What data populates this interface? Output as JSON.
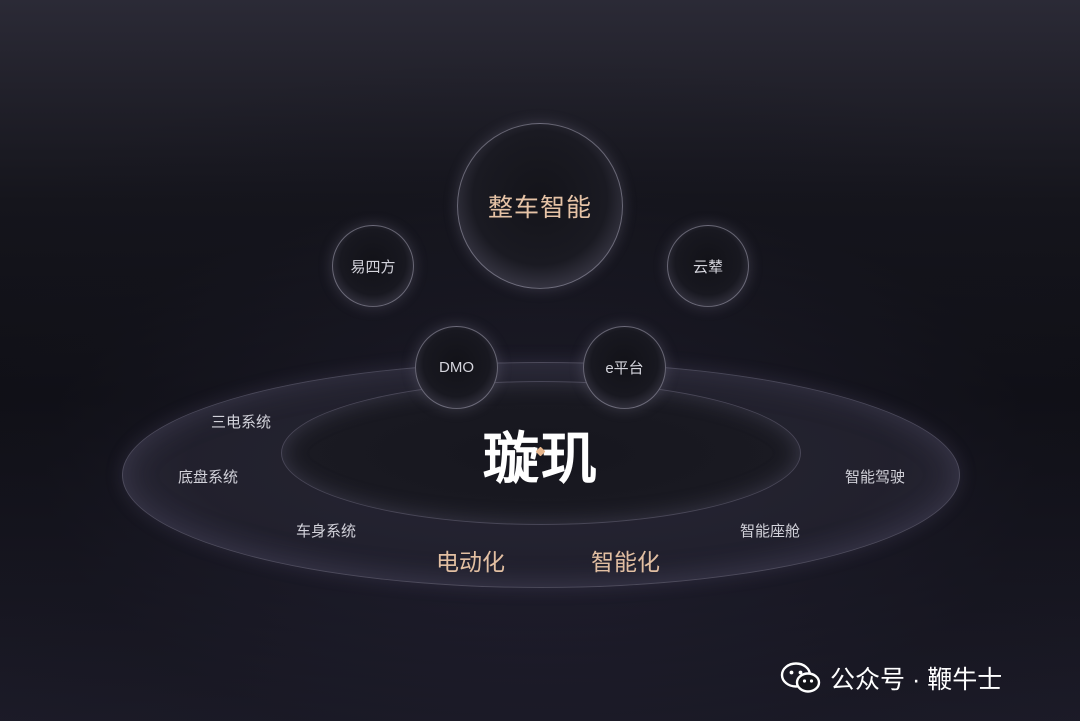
{
  "center": {
    "brand": "璇玑"
  },
  "bubbles": {
    "main": "整车智能",
    "left": "易四方",
    "right": "云辇",
    "bottom_left": "DMO",
    "bottom_right": "e平台"
  },
  "ring_labels": {
    "left_top": "三电系统",
    "left_mid": "底盘系统",
    "left_bottom": "车身系统",
    "right_mid": "智能驾驶",
    "right_bottom": "智能座舱",
    "bottom_left_big": "电动化",
    "bottom_right_big": "智能化"
  },
  "watermark": {
    "icon": "wechat-icon",
    "text": "公众号 · 鞭牛士"
  },
  "colors": {
    "accent_gold": "#e2bfa2",
    "text_light": "#d2d2da",
    "background": "#0f0f15"
  }
}
